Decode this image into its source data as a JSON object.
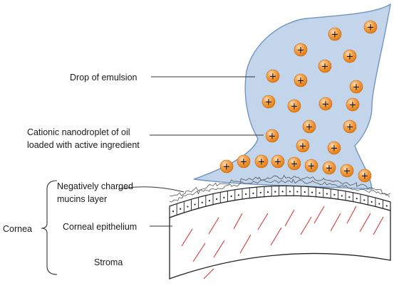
{
  "labels": {
    "drop": "Drop of emulsion",
    "nanodroplet_line1": "Cationic nanodroplet of oil",
    "nanodroplet_line2": "loaded with active ingredient",
    "mucins_line1": "Negatively charged",
    "mucins_line2": "mucins layer",
    "cornea": "Cornea",
    "epithelium": "Corneal epithelium",
    "stroma": "Stroma"
  },
  "particle_symbol": "+",
  "colors": {
    "drop_fill": "#c3d5ea",
    "drop_stroke": "#6f95c2",
    "particle": "#f08a22",
    "particle_highlight": "#fde1bf",
    "stroma_lines": "#d42a2a"
  }
}
